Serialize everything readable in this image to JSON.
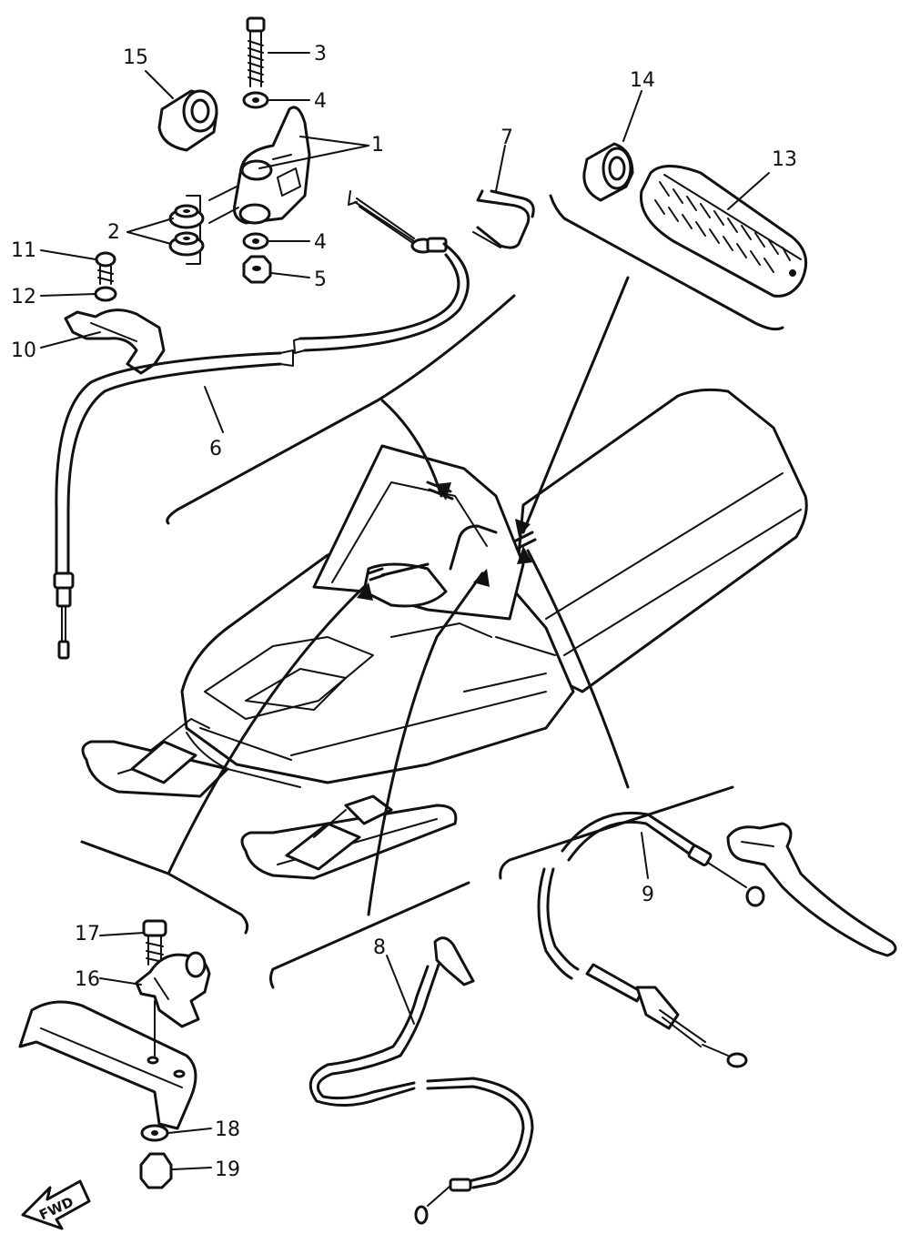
{
  "labels": {
    "l1": "1",
    "l2": "2",
    "l3": "3",
    "l4a": "4",
    "l4b": "4",
    "l5": "5",
    "l6": "6",
    "l7": "7",
    "l8": "8",
    "l9": "9",
    "l10": "10",
    "l11": "11",
    "l12": "12",
    "l13": "13",
    "l14": "14",
    "l15": "15",
    "l16": "16",
    "l17": "17",
    "l18": "18",
    "l19": "19"
  },
  "fwd": "FWD"
}
